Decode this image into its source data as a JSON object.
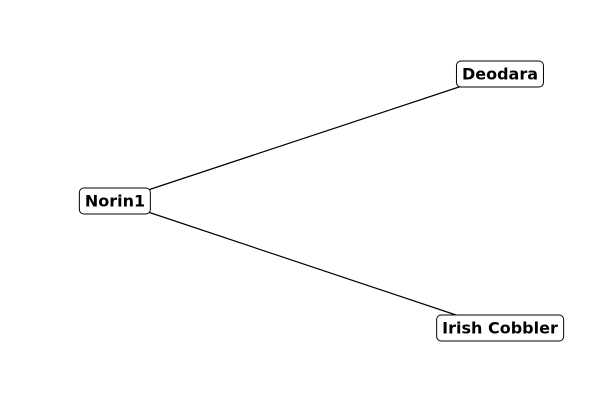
{
  "diagram": {
    "type": "tree",
    "nodes": [
      {
        "id": "norin1",
        "label": "Norin1"
      },
      {
        "id": "deodara",
        "label": "Deodara"
      },
      {
        "id": "irish_cobbler",
        "label": "Irish Cobbler"
      }
    ],
    "edges": [
      {
        "from": "norin1",
        "to": "deodara"
      },
      {
        "from": "norin1",
        "to": "irish_cobbler"
      }
    ],
    "colors": {
      "line": "#000000",
      "node_fill": "#ffffff",
      "node_border": "#000000",
      "text": "#000000"
    }
  }
}
